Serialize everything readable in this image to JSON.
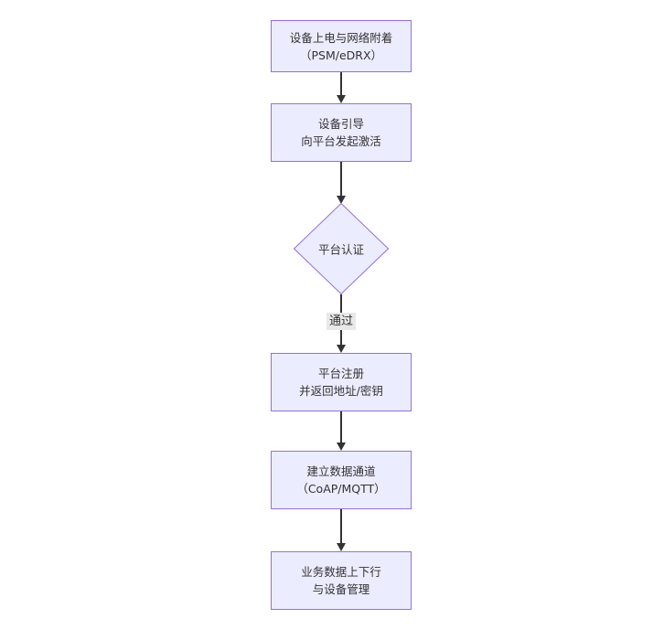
{
  "diagram": {
    "type": "flowchart",
    "direction": "top-down",
    "colors": {
      "node_fill": "#ECECFF",
      "node_border": "#9370DB",
      "text": "#333333",
      "edge": "#333333",
      "edge_label_bg": "#e8e8e8",
      "background": "#ffffff"
    },
    "nodes": [
      {
        "id": "n1",
        "shape": "rect",
        "lines": [
          "设备上电与网络附着",
          "（PSM/eDRX）"
        ]
      },
      {
        "id": "n2",
        "shape": "rect",
        "lines": [
          "设备引导",
          "向平台发起激活"
        ]
      },
      {
        "id": "n3",
        "shape": "diamond",
        "lines": [
          "平台认证"
        ]
      },
      {
        "id": "n4",
        "shape": "rect",
        "lines": [
          "平台注册",
          "并返回地址/密钥"
        ]
      },
      {
        "id": "n5",
        "shape": "rect",
        "lines": [
          "建立数据通道",
          "（CoAP/MQTT）"
        ]
      },
      {
        "id": "n6",
        "shape": "rect",
        "lines": [
          "业务数据上下行",
          "与设备管理"
        ]
      }
    ],
    "edges": [
      {
        "from": "n1",
        "to": "n2",
        "label": ""
      },
      {
        "from": "n2",
        "to": "n3",
        "label": ""
      },
      {
        "from": "n3",
        "to": "n4",
        "label": "通过"
      },
      {
        "from": "n4",
        "to": "n5",
        "label": ""
      },
      {
        "from": "n5",
        "to": "n6",
        "label": ""
      }
    ]
  }
}
